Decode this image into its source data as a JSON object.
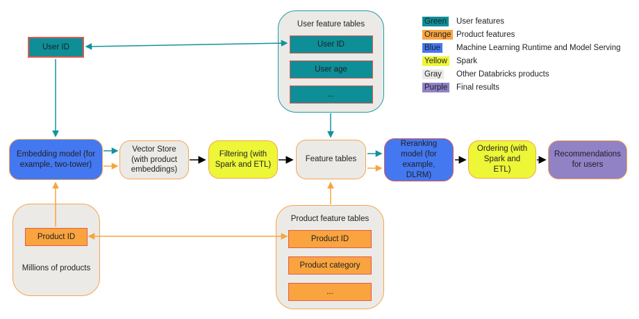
{
  "colors": {
    "teal": "#0E8E97",
    "teal_border": "#1E9AA5",
    "orange": "#F9A43F",
    "orange_border": "#F5A54E",
    "red_border": "#E35A4D",
    "blue": "#4478F0",
    "yellow": "#EDF637",
    "gray_fill": "#EBEAE6",
    "purple": "#9181C5",
    "text": "#1F1F23",
    "arrow_teal": "#12929C",
    "arrow_orange": "#F6A53F",
    "arrow_black": "#000000"
  },
  "user_id_source": {
    "label": "User ID"
  },
  "user_feature_tables": {
    "title": "User feature tables",
    "rows": [
      "User ID",
      "User age",
      "..."
    ]
  },
  "legend": {
    "items": [
      {
        "swatch": "Green",
        "label": "User features"
      },
      {
        "swatch": "Orange",
        "label": "Product features"
      },
      {
        "swatch": "Blue",
        "label": "Machine Learning Runtime and Model Serving"
      },
      {
        "swatch": "Yellow",
        "label": "Spark"
      },
      {
        "swatch": "Gray",
        "label": "Other Databricks products"
      },
      {
        "swatch": "Purple",
        "label": "Final results"
      }
    ]
  },
  "pipeline": {
    "embedding": "Embedding model (for example, two-tower)",
    "vector_store": "Vector Store (with product embeddings)",
    "filtering": "Filtering (with Spark and ETL)",
    "feature_tables": "Feature tables",
    "reranking": "Reranking model (for example, DLRM)",
    "ordering": "Ordering (with Spark and ETL)",
    "recommendations": "Recommendations for users"
  },
  "millions_of_products": {
    "box": "Product ID",
    "caption": "Millions of products"
  },
  "product_feature_tables": {
    "title": "Product feature tables",
    "rows": [
      "Product ID",
      "Product category",
      "..."
    ]
  }
}
